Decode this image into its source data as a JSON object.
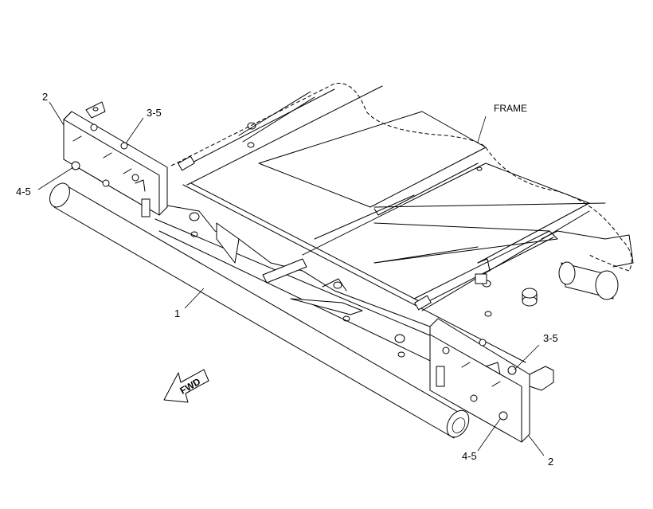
{
  "diagram": {
    "frame_label": "FRAME",
    "direction_label": "FWD",
    "callouts": {
      "tube": "1",
      "plate_left": "2",
      "plate_right": "2",
      "bolt_upper_left": "3-5",
      "bolt_upper_right": "3-5",
      "bolt_lower_left": "4-5",
      "bolt_lower_right": "4-5"
    }
  }
}
